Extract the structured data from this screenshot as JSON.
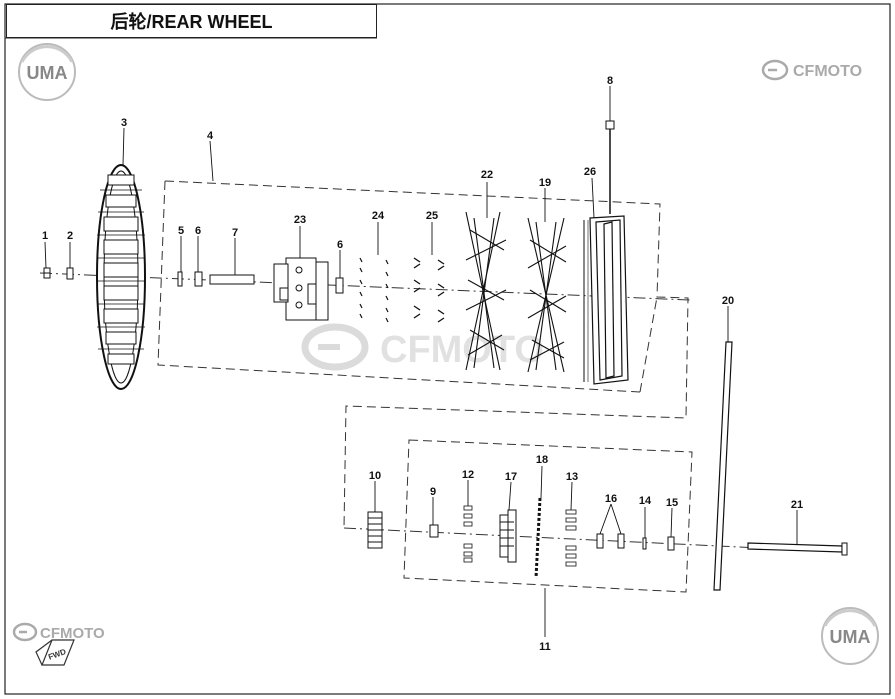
{
  "header": {
    "title": "后轮/REAR WHEEL"
  },
  "logos": {
    "uma_text": "UMA",
    "cfmoto_text": "CFMOTO"
  },
  "fwd_label": "FWD",
  "callouts": [
    {
      "id": "c1",
      "label": "1"
    },
    {
      "id": "c2",
      "label": "2"
    },
    {
      "id": "c3",
      "label": "3"
    },
    {
      "id": "c4",
      "label": "4"
    },
    {
      "id": "c5",
      "label": "5"
    },
    {
      "id": "c6a",
      "label": "6"
    },
    {
      "id": "c6b",
      "label": "6"
    },
    {
      "id": "c7",
      "label": "7"
    },
    {
      "id": "c8",
      "label": "8"
    },
    {
      "id": "c9",
      "label": "9"
    },
    {
      "id": "c10",
      "label": "10"
    },
    {
      "id": "c11",
      "label": "11"
    },
    {
      "id": "c12",
      "label": "12"
    },
    {
      "id": "c13",
      "label": "13"
    },
    {
      "id": "c14",
      "label": "14"
    },
    {
      "id": "c15",
      "label": "15"
    },
    {
      "id": "c16",
      "label": "16"
    },
    {
      "id": "c17",
      "label": "17"
    },
    {
      "id": "c18",
      "label": "18"
    },
    {
      "id": "c19",
      "label": "19"
    },
    {
      "id": "c20",
      "label": "20"
    },
    {
      "id": "c21",
      "label": "21"
    },
    {
      "id": "c22",
      "label": "22"
    },
    {
      "id": "c23",
      "label": "23"
    },
    {
      "id": "c24",
      "label": "24"
    },
    {
      "id": "c25",
      "label": "25"
    },
    {
      "id": "c26",
      "label": "26"
    }
  ],
  "colors": {
    "line": "#222222",
    "watermark": "#c8c8c8",
    "logo_gray": "#9a9a9a"
  }
}
